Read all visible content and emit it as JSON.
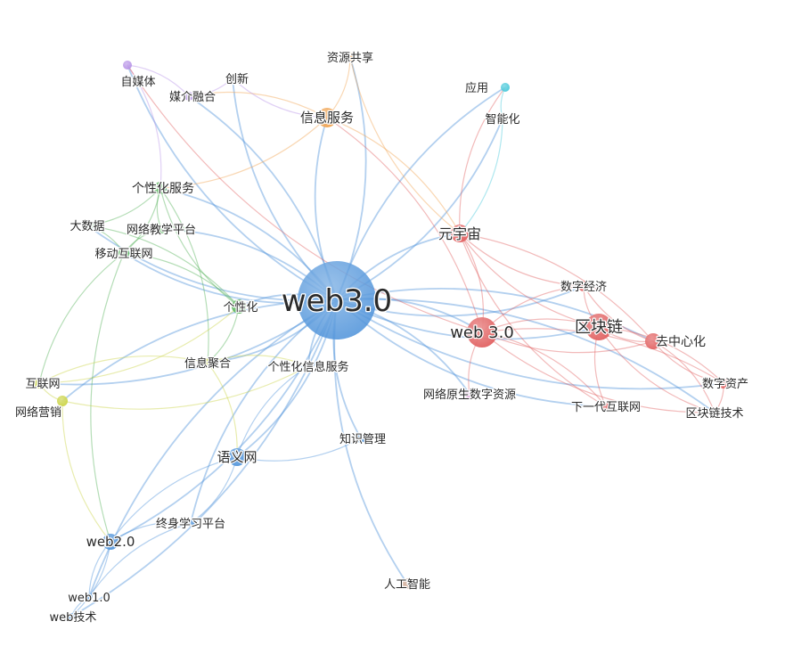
{
  "colors": {
    "web3": "#4a90d9",
    "blockchain": "#e05a5a",
    "green": "#4caf50",
    "purple": "#b48ee6",
    "orange": "#f0a04b",
    "cyan": "#3fc6d8",
    "yellow": "#c9d23e",
    "magenta": "#d77bd0",
    "brown": "#c99c84"
  },
  "nodes": [
    {
      "id": "web3.0",
      "label": "web3.0",
      "group": "web3"
    },
    {
      "id": "web 3.0",
      "label": "web 3.0",
      "group": "blockchain"
    },
    {
      "id": "区块链",
      "label": "区块链",
      "group": "blockchain"
    },
    {
      "id": "元宇宙",
      "label": "元宇宙",
      "group": "blockchain"
    },
    {
      "id": "数字经济",
      "label": "数字经济",
      "group": "blockchain"
    },
    {
      "id": "去中心化",
      "label": "去中心化",
      "group": "blockchain"
    },
    {
      "id": "数字资产",
      "label": "数字资产",
      "group": "blockchain"
    },
    {
      "id": "区块链技术",
      "label": "区块链技术",
      "group": "blockchain"
    },
    {
      "id": "下一代互联网",
      "label": "下一代互联网",
      "group": "blockchain"
    },
    {
      "id": "信息服务",
      "label": "信息服务",
      "group": "orange"
    },
    {
      "id": "资源共享",
      "label": "资源共享",
      "group": "orange"
    },
    {
      "id": "应用",
      "label": "应用",
      "group": "cyan"
    },
    {
      "id": "智能化",
      "label": "智能化",
      "group": "cyan"
    },
    {
      "id": "自媒体",
      "label": "自媒体",
      "group": "purple"
    },
    {
      "id": "媒介融合",
      "label": "媒介融合",
      "group": "purple"
    },
    {
      "id": "创新",
      "label": "创新",
      "group": "purple"
    },
    {
      "id": "个性化服务",
      "label": "个性化服务",
      "group": "green"
    },
    {
      "id": "大数据",
      "label": "大数据",
      "group": "green"
    },
    {
      "id": "网络教学平台",
      "label": "网络教学平台",
      "group": "green"
    },
    {
      "id": "移动互联网",
      "label": "移动互联网",
      "group": "green"
    },
    {
      "id": "个性化",
      "label": "个性化",
      "group": "green"
    },
    {
      "id": "互联网",
      "label": "互联网",
      "group": "yellow"
    },
    {
      "id": "网络营销",
      "label": "网络营销",
      "group": "yellow"
    },
    {
      "id": "信息聚合",
      "label": "信息聚合",
      "group": "yellow"
    },
    {
      "id": "个性化信息服务",
      "label": "个性化信息服务",
      "group": "yellow"
    },
    {
      "id": "网络原生数字资源",
      "label": "网络原生数字资源",
      "group": "magenta"
    },
    {
      "id": "知识管理",
      "label": "知识管理",
      "group": "web3"
    },
    {
      "id": "语义网",
      "label": "语义网",
      "group": "web3"
    },
    {
      "id": "终身学习平台",
      "label": "终身学习平台",
      "group": "web3"
    },
    {
      "id": "web2.0",
      "label": "web2.0",
      "group": "web3"
    },
    {
      "id": "web1.0",
      "label": "web1.0",
      "group": "web3"
    },
    {
      "id": "web技术",
      "label": "web技术",
      "group": "web3"
    },
    {
      "id": "人工智能",
      "label": "人工智能",
      "group": "brown"
    }
  ],
  "edges": [
    [
      "web3.0",
      "web 3.0"
    ],
    [
      "web3.0",
      "区块链"
    ],
    [
      "web3.0",
      "元宇宙"
    ],
    [
      "web3.0",
      "数字经济"
    ],
    [
      "web3.0",
      "去中心化"
    ],
    [
      "web3.0",
      "数字资产"
    ],
    [
      "web3.0",
      "区块链技术"
    ],
    [
      "web3.0",
      "下一代互联网"
    ],
    [
      "web3.0",
      "信息服务"
    ],
    [
      "web3.0",
      "资源共享"
    ],
    [
      "web3.0",
      "应用"
    ],
    [
      "web3.0",
      "智能化"
    ],
    [
      "web3.0",
      "自媒体"
    ],
    [
      "web3.0",
      "媒介融合"
    ],
    [
      "web3.0",
      "创新"
    ],
    [
      "web3.0",
      "个性化服务"
    ],
    [
      "web3.0",
      "大数据"
    ],
    [
      "web3.0",
      "网络教学平台"
    ],
    [
      "web3.0",
      "移动互联网"
    ],
    [
      "web3.0",
      "个性化"
    ],
    [
      "web3.0",
      "互联网"
    ],
    [
      "web3.0",
      "网络营销"
    ],
    [
      "web3.0",
      "信息聚合"
    ],
    [
      "web3.0",
      "个性化信息服务"
    ],
    [
      "web3.0",
      "网络原生数字资源"
    ],
    [
      "web3.0",
      "知识管理"
    ],
    [
      "web3.0",
      "语义网"
    ],
    [
      "web3.0",
      "终身学习平台"
    ],
    [
      "web3.0",
      "web2.0"
    ],
    [
      "web3.0",
      "web1.0"
    ],
    [
      "web3.0",
      "web技术"
    ],
    [
      "web3.0",
      "人工智能"
    ],
    [
      "web 3.0",
      "区块链"
    ],
    [
      "web 3.0",
      "元宇宙"
    ],
    [
      "web 3.0",
      "数字经济"
    ],
    [
      "web 3.0",
      "去中心化"
    ],
    [
      "web 3.0",
      "下一代互联网"
    ],
    [
      "web 3.0",
      "区块链技术"
    ],
    [
      "web 3.0",
      "数字资产"
    ],
    [
      "区块链",
      "去中心化"
    ],
    [
      "区块链",
      "数字资产"
    ],
    [
      "区块链",
      "区块链技术"
    ],
    [
      "区块链",
      "数字经济"
    ],
    [
      "区块链",
      "下一代互联网"
    ],
    [
      "区块链",
      "元宇宙"
    ],
    [
      "去中心化",
      "数字资产"
    ],
    [
      "去中心化",
      "区块链技术"
    ],
    [
      "数字经济",
      "去中心化"
    ],
    [
      "数字资产",
      "区块链技术"
    ],
    [
      "元宇宙",
      "数字经济"
    ],
    [
      "元宇宙",
      "去中心化"
    ],
    [
      "元宇宙",
      "下一代互联网"
    ],
    [
      "元宇宙",
      "应用"
    ],
    [
      "信息服务",
      "资源共享"
    ],
    [
      "信息服务",
      "个性化服务"
    ],
    [
      "信息服务",
      "媒介融合"
    ],
    [
      "信息服务",
      "元宇宙"
    ],
    [
      "应用",
      "智能化"
    ],
    [
      "智能化",
      "元宇宙"
    ],
    [
      "资源共享",
      "元宇宙"
    ],
    [
      "自媒体",
      "媒介融合"
    ],
    [
      "媒介融合",
      "创新"
    ],
    [
      "自媒体",
      "个性化服务"
    ],
    [
      "创新",
      "信息服务"
    ],
    [
      "个性化服务",
      "大数据"
    ],
    [
      "个性化服务",
      "网络教学平台"
    ],
    [
      "个性化服务",
      "移动互联网"
    ],
    [
      "个性化服务",
      "个性化"
    ],
    [
      "大数据",
      "移动互联网"
    ],
    [
      "网络教学平台",
      "移动互联网"
    ],
    [
      "移动互联网",
      "个性化"
    ],
    [
      "移动互联网",
      "互联网"
    ],
    [
      "大数据",
      "个性化"
    ],
    [
      "移动互联网",
      "web2.0"
    ],
    [
      "个性化服务",
      "信息聚合"
    ],
    [
      "互联网",
      "网络营销"
    ],
    [
      "互联网",
      "信息聚合"
    ],
    [
      "网络营销",
      "个性化信息服务"
    ],
    [
      "信息聚合",
      "个性化信息服务"
    ],
    [
      "互联网",
      "个性化"
    ],
    [
      "信息聚合",
      "语义网"
    ],
    [
      "网络营销",
      "web2.0"
    ],
    [
      "个性化",
      "信息聚合"
    ],
    [
      "语义网",
      "web2.0"
    ],
    [
      "语义网",
      "终身学习平台"
    ],
    [
      "web2.0",
      "web1.0"
    ],
    [
      "web2.0",
      "web技术"
    ],
    [
      "web1.0",
      "web技术"
    ],
    [
      "web2.0",
      "终身学习平台"
    ],
    [
      "终身学习平台",
      "web1.0"
    ],
    [
      "语义网",
      "个性化信息服务"
    ],
    [
      "web 3.0",
      "网络原生数字资源"
    ],
    [
      "知识管理",
      "语义网"
    ],
    [
      "web 3.0",
      "信息服务"
    ],
    [
      "web 3.0",
      "自媒体"
    ]
  ]
}
